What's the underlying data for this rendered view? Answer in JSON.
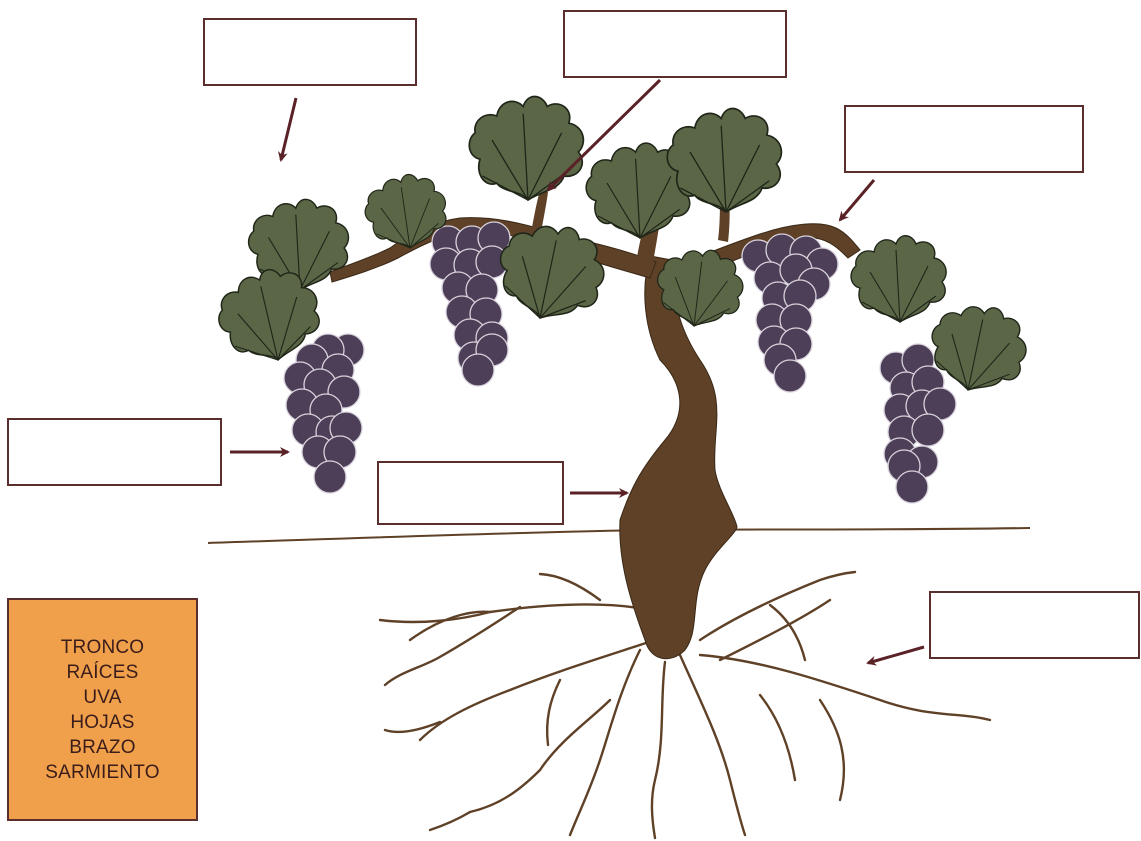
{
  "word_bank": {
    "words": [
      "TRONCO",
      "RAÍCES",
      "UVA",
      "HOJAS",
      "BRAZO",
      "SARMIENTO"
    ]
  },
  "answer_boxes": [
    {
      "id": "box-top-left",
      "value": ""
    },
    {
      "id": "box-top-center",
      "value": ""
    },
    {
      "id": "box-top-right",
      "value": ""
    },
    {
      "id": "box-mid-left",
      "value": ""
    },
    {
      "id": "box-center",
      "value": ""
    },
    {
      "id": "box-bottom-right",
      "value": ""
    }
  ],
  "colors": {
    "box_border": "#5a2e2c",
    "word_bank_bg": "#f0a04b",
    "trunk": "#5e4127",
    "leaf": "#5b6647",
    "grape": "#4c3f57",
    "arrow": "#5a2226"
  }
}
